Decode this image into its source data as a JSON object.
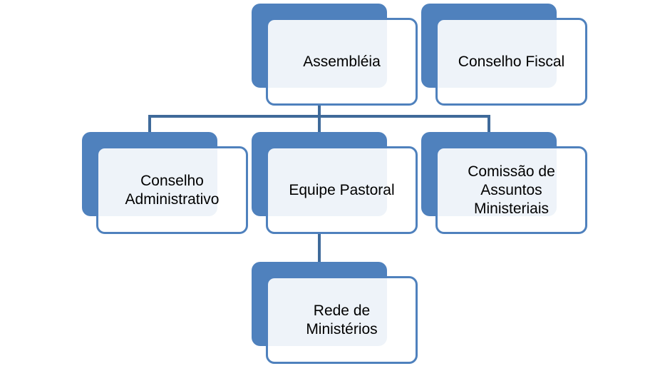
{
  "colors": {
    "accent": "#4f81bd",
    "connector": "#3f6a9a",
    "box_fill": "#ffffff",
    "text": "#000000"
  },
  "diagram": {
    "nodes": {
      "assembleia": "Assembléia",
      "conselho_fiscal": "Conselho Fiscal",
      "conselho_administrativo": "Conselho\nAdministrativo",
      "equipe_pastoral": "Equipe Pastoral",
      "comissao": "Comissão de\nAssuntos\nMinisteriais",
      "rede": "Rede de\nMinistérios"
    }
  }
}
